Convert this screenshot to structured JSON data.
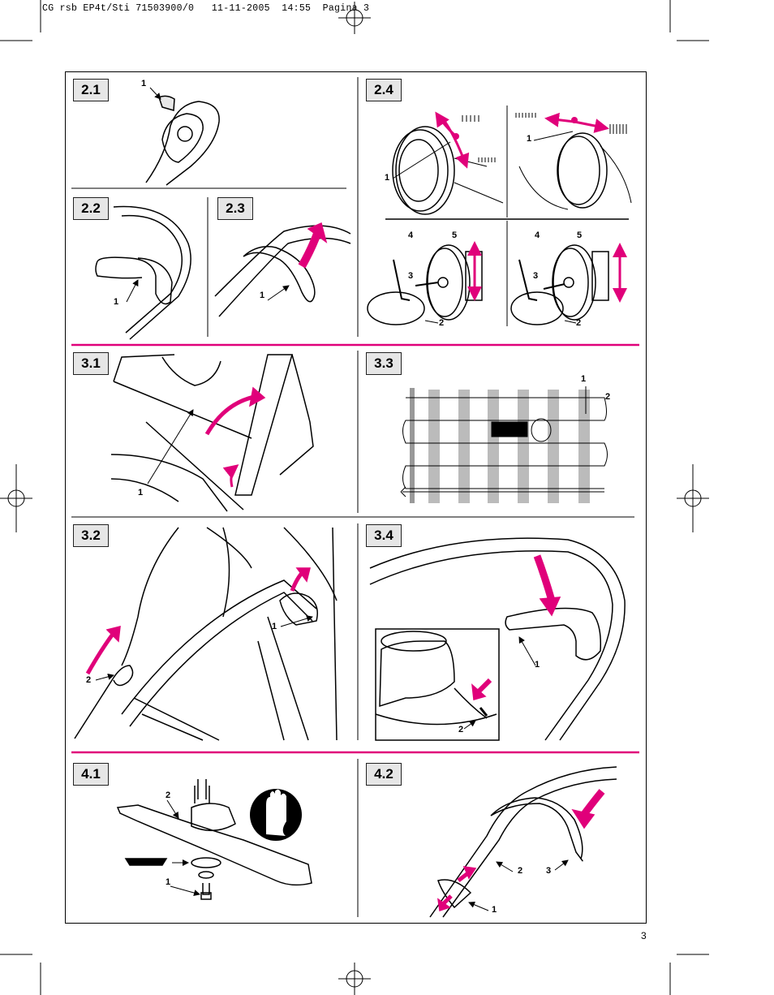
{
  "header": {
    "slug": "CG rsb EP4t/Sti 71503900/0   11-11-2005  14:55  Pagina 3"
  },
  "page_number": "3",
  "colors": {
    "accent": "#e0007a",
    "ink": "#000000",
    "label_bg": "#e6e6e6"
  },
  "figures": {
    "f21": {
      "label": "2.1",
      "callouts": [
        "1"
      ]
    },
    "f22": {
      "label": "2.2",
      "callouts": [
        "1"
      ]
    },
    "f23": {
      "label": "2.3",
      "callouts": [
        "1"
      ]
    },
    "f24": {
      "label": "2.4",
      "callouts": [
        "1",
        "1",
        "4",
        "5",
        "3",
        "2",
        "4",
        "5",
        "3",
        "2"
      ]
    },
    "f31": {
      "label": "3.1",
      "callouts": [
        "1"
      ]
    },
    "f33": {
      "label": "3.3",
      "callouts": [
        "1",
        "2"
      ]
    },
    "f32": {
      "label": "3.2",
      "callouts": [
        "1",
        "2"
      ]
    },
    "f34": {
      "label": "3.4",
      "callouts": [
        "1",
        "2"
      ]
    },
    "f41": {
      "label": "4.1",
      "callouts": [
        "2",
        "1"
      ]
    },
    "f42": {
      "label": "4.2",
      "callouts": [
        "2",
        "3",
        "1"
      ]
    }
  }
}
